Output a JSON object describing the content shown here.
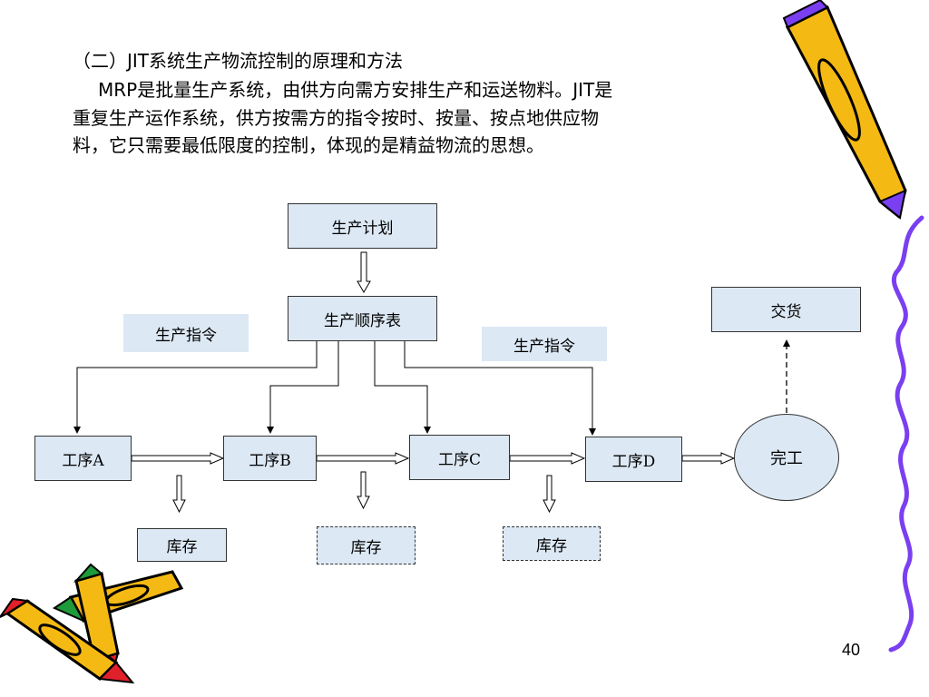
{
  "text": {
    "title": "（二）JIT系统生产物流控制的原理和方法",
    "line1": "MRP是批量生产系统，由供方向需方安排生产和运送物料。JIT是",
    "line2": "重复生产运作系统，供方按需方的指令按时、按量、按点地供应物",
    "line3": "料，它只需要最低限度的控制，体现的是精益物流的思想。"
  },
  "diagram": {
    "plan": "生产计划",
    "schedule": "生产顺序表",
    "instruction_left": "生产指令",
    "instruction_right": "生产指令",
    "delivery": "交货",
    "process_a": "工序A",
    "process_b": "工序B",
    "process_c": "工序C",
    "process_d": "工序D",
    "finish": "完工",
    "stock_1": "库存",
    "stock_2": "库存",
    "stock_3": "库存"
  },
  "page_number": "40",
  "colors": {
    "box_fill": "#dce8f4",
    "squiggle": "#7a3ff0",
    "pencil_yellow": "#f5b914",
    "pencil_red": "#e0202a",
    "pencil_green": "#1f9a3a"
  }
}
